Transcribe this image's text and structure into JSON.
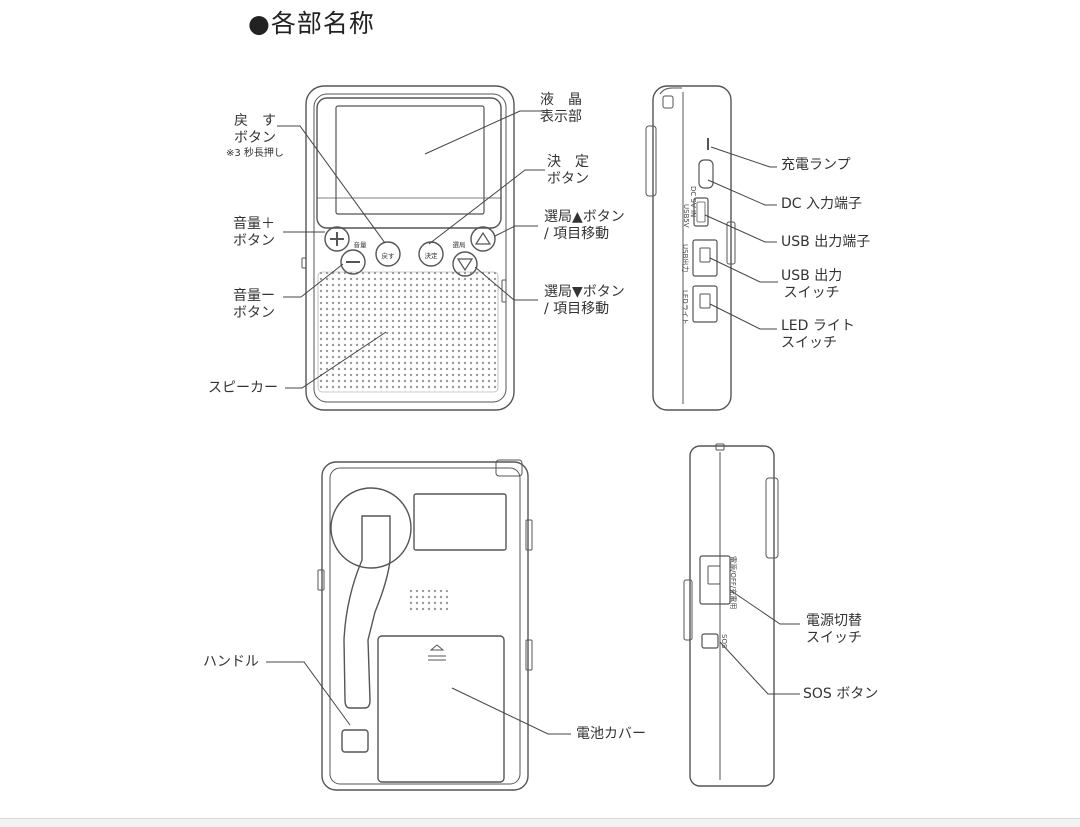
{
  "title": "●各部名称",
  "front": {
    "lcd": [
      "液　晶",
      "表示部"
    ],
    "back_button": [
      "戻　す",
      "ボタン"
    ],
    "back_note": "※3 秒長押し",
    "decide_button": [
      "決　定",
      "ボタン"
    ],
    "vol_up": [
      "音量＋",
      "ボタン"
    ],
    "vol_down": [
      "音量ー",
      "ボタン"
    ],
    "tune_up": [
      "選局▲ボタン",
      "/ 項目移動"
    ],
    "tune_down": [
      "選局▼ボタン",
      "/ 項目移動"
    ],
    "speaker": "スピーカー",
    "btn_vol": "音量",
    "btn_back": "戻す",
    "btn_decide": "決定",
    "btn_tune": "選局"
  },
  "side": {
    "charge_lamp": "充電ランプ",
    "dc_in": "DC 入力端子",
    "usb_out": "USB 出力端子",
    "usb_switch": [
      "USB 出力",
      "スイッチ"
    ],
    "led_switch": [
      "LED ライト",
      "スイッチ"
    ],
    "print_dc": "DC 5V IN",
    "print_usb": "USB5V",
    "print_usbsw": "USB出力",
    "print_ledsw": "LEDライト"
  },
  "rear": {
    "handle": "ハンドル",
    "battery_cover": "電池カバー",
    "power_switch": [
      "電源切替",
      "スイッチ"
    ],
    "sos_button": "SOS ボタン",
    "print_power": "電源/OFF/充電用",
    "print_sos": "SOS"
  }
}
